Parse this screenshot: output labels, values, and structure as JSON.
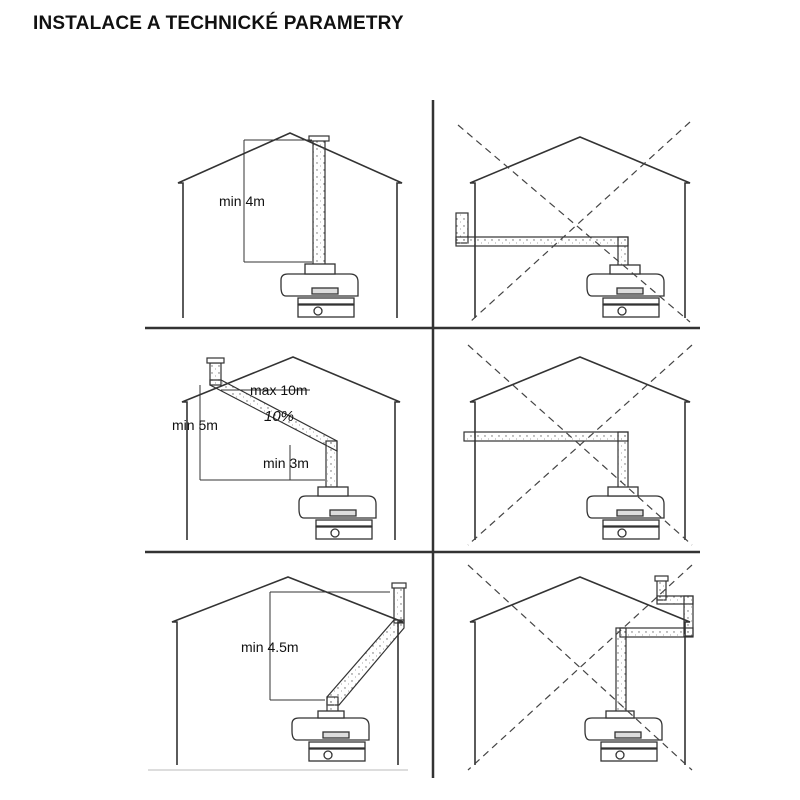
{
  "title": "INSTALACE A TECHNICKÉ PARAMETRY",
  "labels": {
    "p1_min": "min 4m",
    "p3_max": "max 10m",
    "p3_slope": "10%",
    "p3_min5": "min 5m",
    "p3_min3": "min 3m",
    "p5_min": "min 4.5m"
  },
  "panels": [
    {
      "position": "top-left",
      "valid": true
    },
    {
      "position": "top-right",
      "valid": false
    },
    {
      "position": "middle-left",
      "valid": true
    },
    {
      "position": "middle-right",
      "valid": false
    },
    {
      "position": "bottom-left",
      "valid": true
    },
    {
      "position": "bottom-right",
      "valid": false
    }
  ],
  "colors": {
    "line": "#333333",
    "pipe_fill": "#ffffff",
    "cross": "#444444"
  }
}
